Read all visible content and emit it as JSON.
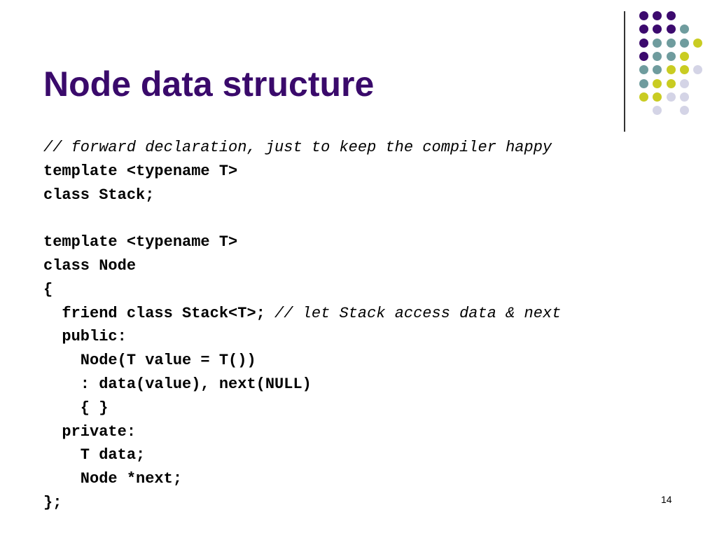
{
  "slide": {
    "title": "Node data structure",
    "page_number": "14"
  },
  "colors": {
    "title": "#3a0a6b",
    "purple": "#3c0a6e",
    "teal": "#6f9c9e",
    "lime": "#c9cc22",
    "lavender": "#d4d4e6",
    "divider": "#333333"
  },
  "code_lines": [
    [
      {
        "text": "// forward declaration, just to keep the compiler happy",
        "style": "italic"
      }
    ],
    [
      {
        "text": "template <typename T>",
        "style": "bold"
      }
    ],
    [
      {
        "text": "class Stack;",
        "style": "bold"
      }
    ],
    [],
    [
      {
        "text": "template <typename T>",
        "style": "bold"
      }
    ],
    [
      {
        "text": "class Node",
        "style": "bold"
      }
    ],
    [
      {
        "text": "{",
        "style": "bold"
      }
    ],
    [
      {
        "text": "  friend class Stack<T>;",
        "style": "bold"
      },
      {
        "text": " // let Stack access data & next",
        "style": "italic"
      }
    ],
    [
      {
        "text": "  public:",
        "style": "bold"
      }
    ],
    [
      {
        "text": "    Node(T value = T())",
        "style": "bold"
      }
    ],
    [
      {
        "text": "    : data(value), next(NULL)",
        "style": "bold"
      }
    ],
    [
      {
        "text": "    { }",
        "style": "bold"
      }
    ],
    [
      {
        "text": "  private:",
        "style": "bold"
      }
    ],
    [
      {
        "text": "    T data;",
        "style": "bold"
      }
    ],
    [
      {
        "text": "    Node *next;",
        "style": "bold"
      }
    ],
    [
      {
        "text": "};",
        "style": "bold"
      }
    ]
  ]
}
